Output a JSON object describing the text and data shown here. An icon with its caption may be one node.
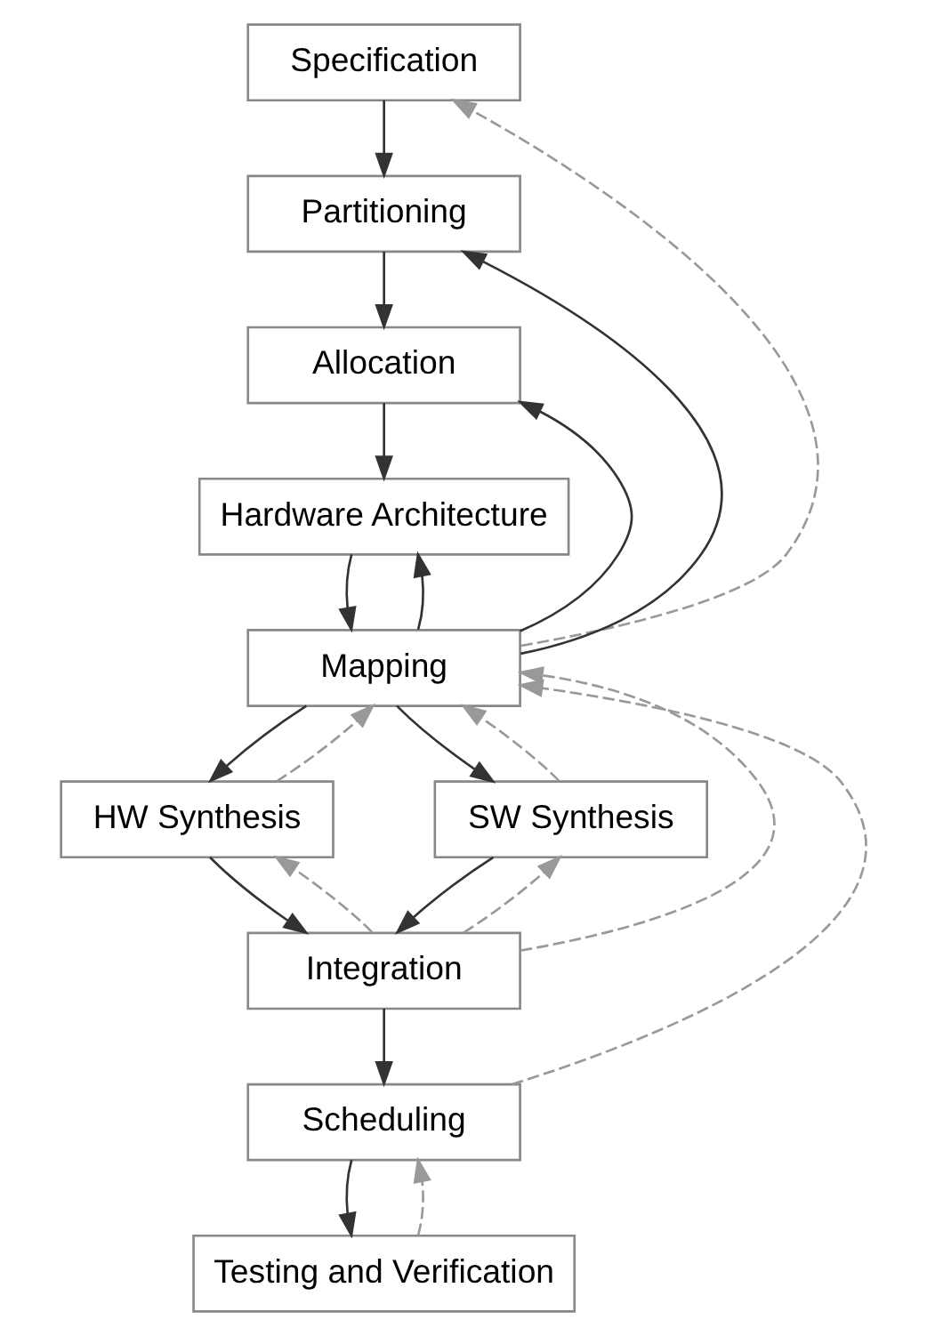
{
  "diagram": {
    "nodes": [
      {
        "text": [
          "Specification"
        ]
      },
      {
        "text": [
          "Partitioning"
        ]
      },
      {
        "text": [
          "Allocation"
        ]
      },
      {
        "text": [
          "Hardware Architecture"
        ]
      },
      {
        "text": [
          "Mapping"
        ]
      },
      {
        "text": [
          "HW Synthesis"
        ]
      },
      {
        "text": [
          "SW Synthesis"
        ]
      },
      {
        "text": [
          "Integration"
        ]
      },
      {
        "text": [
          "Scheduling"
        ]
      },
      {
        "text": [
          "Testing and Verification"
        ]
      }
    ],
    "edges": [
      {
        "from": 0,
        "to": 1,
        "arrow": "to"
      },
      {
        "from": 1,
        "to": 2,
        "arrow": "to"
      },
      {
        "from": 2,
        "to": 3,
        "arrow": "to"
      },
      {
        "from": 3,
        "to": 4,
        "arrow": "to"
      },
      {
        "from": 4,
        "to": 5,
        "arrow": "to"
      },
      {
        "from": 4,
        "to": 6,
        "arrow": "to"
      },
      {
        "from": 5,
        "to": 7,
        "arrow": "to"
      },
      {
        "from": 6,
        "to": 7,
        "arrow": "to"
      },
      {
        "from": 7,
        "to": 8,
        "arrow": "to"
      },
      {
        "from": 8,
        "to": 9,
        "arrow": "to"
      },
      {
        "from": 4,
        "to": 1,
        "arrow": "to"
      },
      {
        "from": 4,
        "to": 2,
        "arrow": "to"
      },
      {
        "from": 4,
        "to": 3,
        "arrow": "to"
      },
      {
        "from": 4,
        "to": 0,
        "arrow": "to",
        "style": "dashed",
        "color": "#999999"
      },
      {
        "from": 5,
        "to": 4,
        "arrow": "to",
        "style": "dashed",
        "color": "#999999"
      },
      {
        "from": 6,
        "to": 4,
        "arrow": "to",
        "style": "dashed",
        "color": "#999999"
      },
      {
        "from": 7,
        "to": 4,
        "arrow": "to",
        "style": "dashed",
        "color": "#999999"
      },
      {
        "from": 7,
        "to": 5,
        "arrow": "to",
        "style": "dashed",
        "color": "#999999"
      },
      {
        "from": 7,
        "to": 6,
        "arrow": "to",
        "style": "dashed",
        "color": "#999999"
      },
      {
        "from": 8,
        "to": 4,
        "arrow": "to",
        "style": "dashed",
        "color": "#999999"
      },
      {
        "from": 9,
        "to": 8,
        "arrow": "to",
        "style": "dashed",
        "color": "#999999"
      }
    ]
  }
}
